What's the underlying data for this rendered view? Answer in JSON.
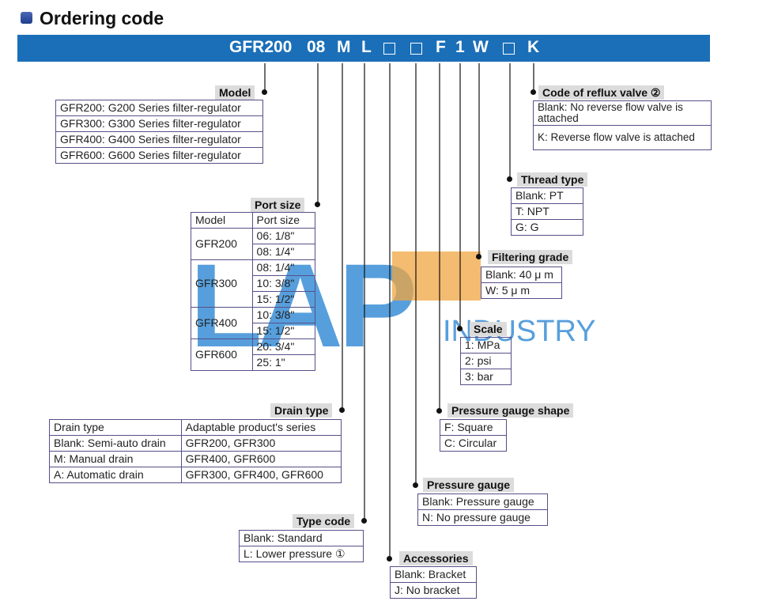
{
  "header": {
    "title": "Ordering code"
  },
  "code": {
    "tokens": [
      "GFR200",
      "08",
      "M",
      "L",
      "",
      "",
      "F",
      "1",
      "W",
      "",
      "K"
    ]
  },
  "model": {
    "label": "Model",
    "rows": [
      "GFR200: G200 Series filter-regulator",
      "GFR300: G300 Series filter-regulator",
      "GFR400: G400 Series filter-regulator",
      "GFR600: G600 Series filter-regulator"
    ]
  },
  "port_size": {
    "label": "Port size",
    "col_model": "Model",
    "col_port": "Port size",
    "groups": [
      {
        "model": "GFR200",
        "sizes": [
          "06: 1/8\"",
          "08: 1/4\""
        ]
      },
      {
        "model": "GFR300",
        "sizes": [
          "08: 1/4\"",
          "10: 3/8\"",
          "15: 1/2\""
        ]
      },
      {
        "model": "GFR400",
        "sizes": [
          "10: 3/8\"",
          "15: 1/2\""
        ]
      },
      {
        "model": "GFR600",
        "sizes": [
          "20: 3/4\"",
          "25: 1\""
        ]
      }
    ]
  },
  "drain_type": {
    "label": "Drain type",
    "col_type": "Drain type",
    "col_series": "Adaptable product's series",
    "rows": [
      {
        "type": "Blank: Semi-auto drain",
        "series": "GFR200, GFR300"
      },
      {
        "type": "M: Manual drain",
        "series": "GFR400, GFR600"
      },
      {
        "type": "A: Automatic drain",
        "series": "GFR300, GFR400, GFR600"
      }
    ]
  },
  "type_code": {
    "label": "Type code",
    "rows": [
      "Blank: Standard",
      "L: Lower pressure ①"
    ]
  },
  "accessories": {
    "label": "Accessories",
    "rows": [
      "Blank: Bracket",
      "J: No bracket"
    ]
  },
  "pressure_gauge": {
    "label": "Pressure gauge",
    "rows": [
      "Blank: Pressure gauge",
      "N: No pressure gauge"
    ]
  },
  "gauge_shape": {
    "label": "Pressure gauge shape",
    "rows": [
      "F: Square",
      "C: Circular"
    ]
  },
  "scale": {
    "label": "Scale",
    "rows": [
      "1: MPa",
      "2: psi",
      "3: bar"
    ]
  },
  "filtering": {
    "label": "Filtering grade",
    "rows": [
      "Blank: 40 μ m",
      "W: 5 μ m"
    ]
  },
  "thread": {
    "label": "Thread type",
    "rows": [
      "Blank: PT",
      "T: NPT",
      "G: G"
    ]
  },
  "reflux": {
    "label": "Code of reflux valve ②",
    "rows": [
      "Blank: No reverse flow valve is attached",
      "K: Reverse flow valve is attached"
    ]
  },
  "watermark": {
    "letters": "LAP",
    "sub": "INDUSTRY",
    "color_blue": "#3a8fd6",
    "color_orange": "#f0a640"
  },
  "colors": {
    "bar": "#1b6fb8",
    "label_bg": "#dcdcdc",
    "border": "#555088"
  }
}
